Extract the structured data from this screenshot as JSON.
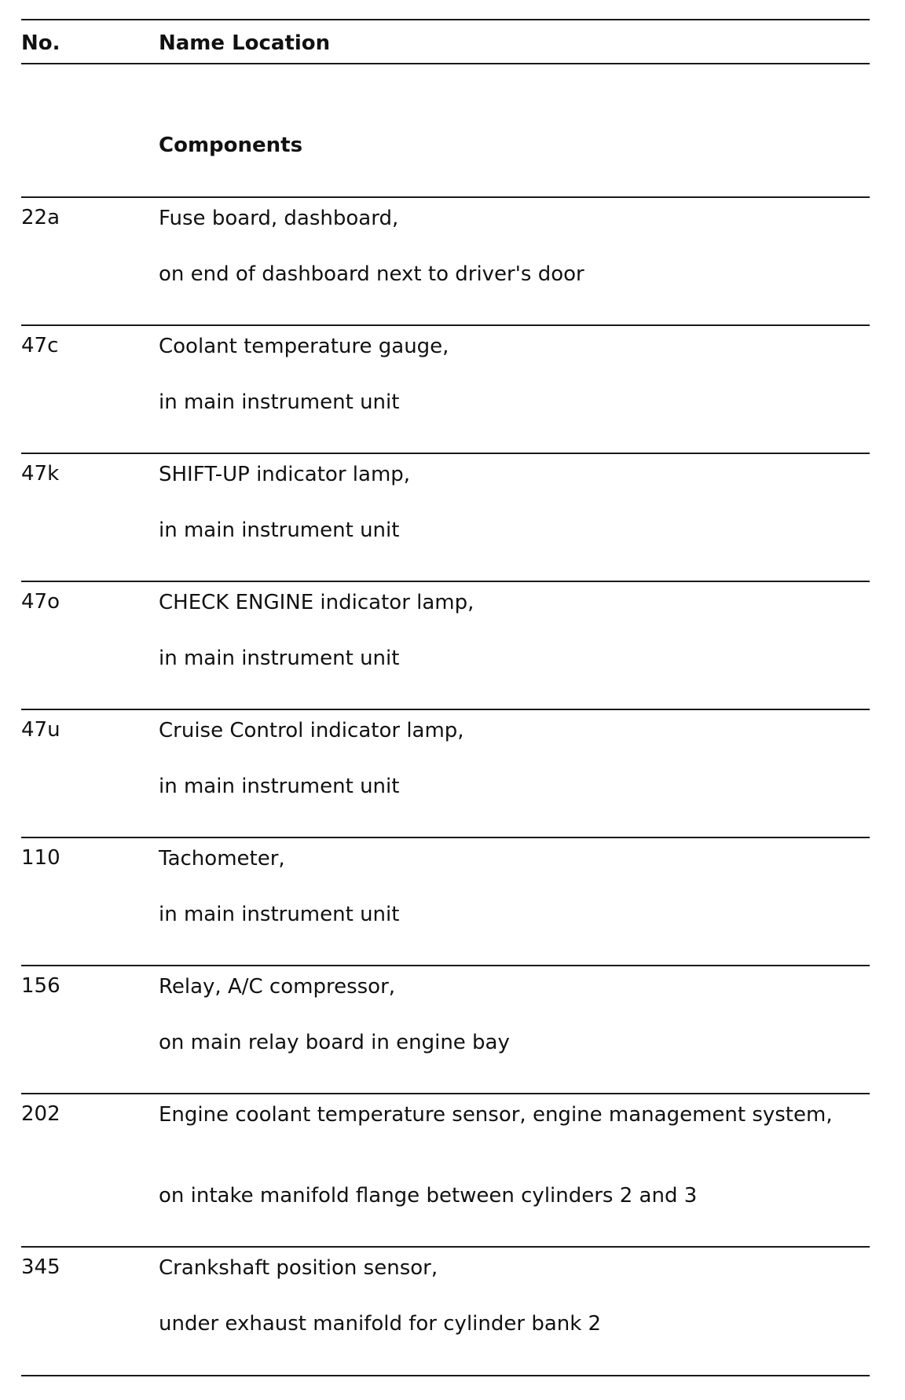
{
  "header": {
    "no_label": "No.",
    "name_location_label": "Name Location"
  },
  "section": {
    "title": "Components"
  },
  "rows": [
    {
      "no": "22a",
      "name": "Fuse board, dashboard,",
      "location": "on end of dashboard next to driver's door"
    },
    {
      "no": "47c",
      "name": "Coolant temperature gauge,",
      "location": "in main instrument unit"
    },
    {
      "no": "47k",
      "name": "SHIFT-UP indicator lamp,",
      "location": "in main instrument unit"
    },
    {
      "no": "47o",
      "name": "CHECK ENGINE indicator lamp,",
      "location": "in main instrument unit"
    },
    {
      "no": "47u",
      "name": "Cruise Control indicator lamp,",
      "location": "in main instrument unit"
    },
    {
      "no": "110",
      "name": "Tachometer,",
      "location": "in main instrument unit"
    },
    {
      "no": "156",
      "name": "Relay, A/C compressor,",
      "location": "on main relay board in engine bay"
    },
    {
      "no": "202",
      "name": "Engine coolant temperature sensor, engine management system,",
      "location": "on intake manifold flange between cylinders 2 and 3"
    },
    {
      "no": "345",
      "name": "Crankshaft position sensor,",
      "location": "under exhaust manifold for cylinder bank 2"
    }
  ]
}
